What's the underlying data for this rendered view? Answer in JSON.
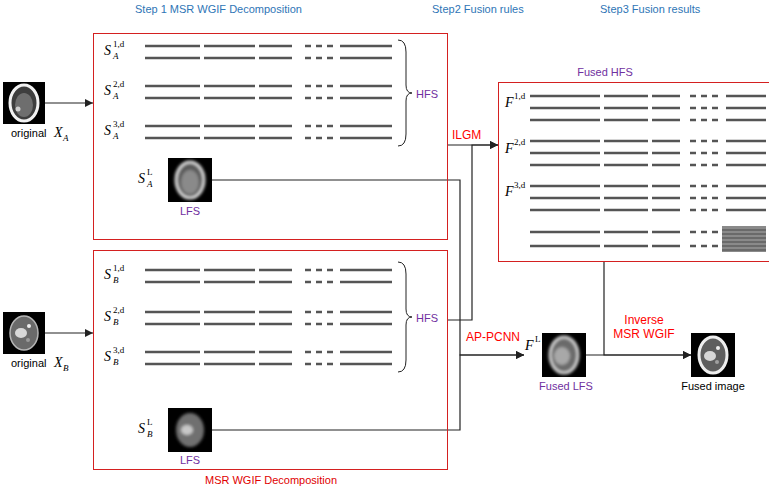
{
  "diagram": {
    "nodes": [
      {
        "text": [
          "original",
          "X",
          "A"
        ]
      },
      {
        "text": [
          "HFS"
        ]
      },
      {
        "text": [
          "LFS"
        ],
        "in": 1
      },
      {
        "text": [
          "original",
          "X",
          "B"
        ]
      },
      {
        "text": [
          "HFS",
          "MSR WGIF Decomposition"
        ]
      },
      {
        "text": [
          "LFS"
        ],
        "in": 4
      },
      {
        "text": [
          "Fused HFS"
        ]
      },
      {
        "text": [
          "F",
          "L",
          "Fused LFS"
        ]
      },
      {
        "text": [
          "Fused image"
        ]
      }
    ],
    "edges": [
      {
        "from": 0,
        "to": 1,
        "arrow": "to"
      },
      {
        "from": 3,
        "to": 4,
        "arrow": "to"
      },
      {
        "from": 1,
        "to": 6,
        "arrow": "to",
        "label": "ILGM"
      },
      {
        "from": 4,
        "to": 6,
        "arrow": "to"
      },
      {
        "from": 2,
        "to": 7,
        "arrow": "to",
        "label": "AP-PCNN"
      },
      {
        "from": 5,
        "to": 7,
        "arrow": "to"
      },
      {
        "from": 6,
        "to": 8,
        "arrow": "to"
      },
      {
        "from": 7,
        "to": 8,
        "arrow": "to",
        "label": "Inverse MSR WGIF"
      }
    ],
    "labels": [
      "Step 1 MSR WGIF Decomposition",
      "Step2 Fusion rules",
      "Step3 Fusion results",
      "S",
      "A",
      "1,d",
      "S",
      "A",
      "2,d",
      "S",
      "A",
      "3,d",
      "S",
      "A",
      "L",
      "S",
      "B",
      "1,d",
      "S",
      "B",
      "2,d",
      "S",
      "B",
      "3,d",
      "S",
      "B",
      "L",
      "F",
      "1,d",
      "F",
      "2,d",
      "F",
      "3,d"
    ]
  }
}
